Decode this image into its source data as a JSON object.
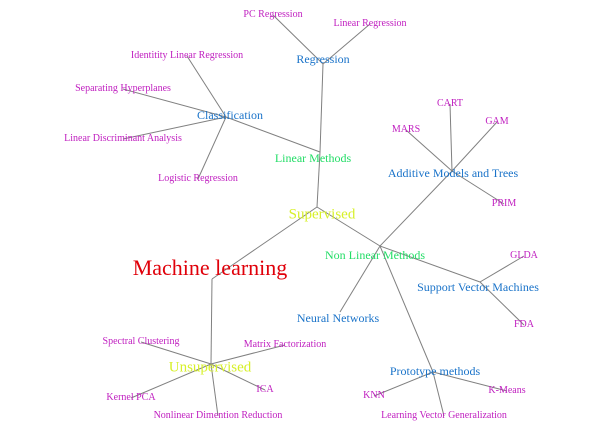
{
  "root": {
    "label": "Machine learning",
    "color": "#e0000a",
    "children": [
      {
        "label": "Supervised",
        "color": "#d7f02a",
        "children": [
          {
            "label": "Linear Methods",
            "color": "#22dd66",
            "children": [
              {
                "label": "Regression",
                "color": "#1a73c9",
                "children": [
                  {
                    "label": "PC Regression",
                    "color": "#c020c0"
                  },
                  {
                    "label": "Linear Regression",
                    "color": "#c020c0"
                  }
                ]
              },
              {
                "label": "Classification",
                "color": "#1a73c9",
                "children": [
                  {
                    "label": "Identitity Linear Regression",
                    "color": "#c020c0"
                  },
                  {
                    "label": "Separating Hyperplanes",
                    "color": "#c020c0"
                  },
                  {
                    "label": "Linear Discriminant Analysis",
                    "color": "#c020c0"
                  },
                  {
                    "label": "Logistic Regression",
                    "color": "#c020c0"
                  }
                ]
              }
            ]
          },
          {
            "label": "Non Linear Methods",
            "color": "#22dd66",
            "children": [
              {
                "label": "Additive Models and Trees",
                "color": "#1a73c9",
                "children": [
                  {
                    "label": "CART",
                    "color": "#c020c0"
                  },
                  {
                    "label": "MARS",
                    "color": "#c020c0"
                  },
                  {
                    "label": "GAM",
                    "color": "#c020c0"
                  },
                  {
                    "label": "PRIM",
                    "color": "#c020c0"
                  }
                ]
              },
              {
                "label": "Support Vector Machines",
                "color": "#1a73c9",
                "children": [
                  {
                    "label": "GLDA",
                    "color": "#c020c0"
                  },
                  {
                    "label": "FDA",
                    "color": "#c020c0"
                  }
                ]
              },
              {
                "label": "Neural Networks",
                "color": "#1a73c9"
              },
              {
                "label": "Prototype methods",
                "color": "#1a73c9",
                "children": [
                  {
                    "label": "KNN",
                    "color": "#c020c0"
                  },
                  {
                    "label": "K-Means",
                    "color": "#c020c0"
                  },
                  {
                    "label": "Learning Vector Generalization",
                    "color": "#c020c0"
                  }
                ]
              }
            ]
          }
        ]
      },
      {
        "label": "Unsupervised",
        "color": "#d7f02a",
        "children": [
          {
            "label": "Spectral Clustering",
            "color": "#c020c0"
          },
          {
            "label": "Matrix Factorization",
            "color": "#c020c0"
          },
          {
            "label": "Kernel PCA",
            "color": "#c020c0"
          },
          {
            "label": "ICA",
            "color": "#c020c0"
          },
          {
            "label": "Nonlinear Dimention Reduction",
            "color": "#c020c0"
          }
        ]
      }
    ]
  }
}
